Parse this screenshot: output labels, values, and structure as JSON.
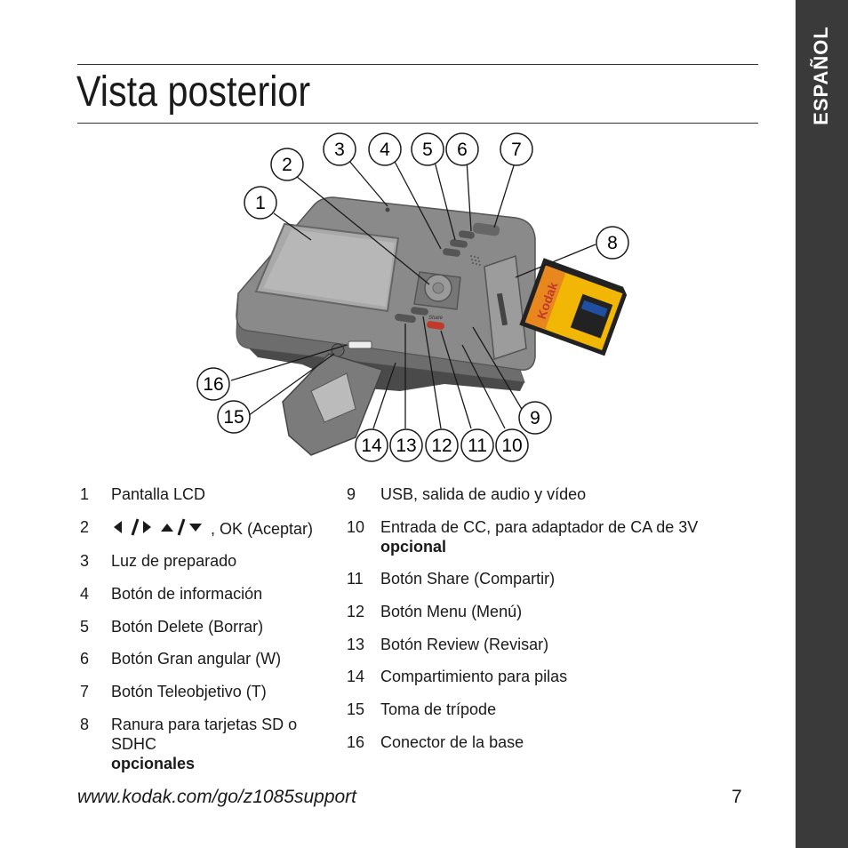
{
  "side_tab": {
    "label": "ESPAÑOL"
  },
  "page_title": "Vista posterior",
  "callouts": [
    "1",
    "2",
    "3",
    "4",
    "5",
    "6",
    "7",
    "8",
    "9",
    "10",
    "11",
    "12",
    "13",
    "14",
    "15",
    "16"
  ],
  "card": {
    "brand": "Kodak",
    "type": "SD card"
  },
  "camera": {
    "share_label": "Share"
  },
  "legend_left": [
    {
      "num": "1",
      "text": "Pantalla LCD"
    },
    {
      "num": "2",
      "text": ", OK (Aceptar)"
    },
    {
      "num": "3",
      "text": "Luz de preparado"
    },
    {
      "num": "4",
      "text": "Botón de información"
    },
    {
      "num": "5",
      "text": "Botón Delete (Borrar)"
    },
    {
      "num": "6",
      "text": "Botón Gran angular (W)"
    },
    {
      "num": "7",
      "text": "Botón Teleobjetivo (T)"
    },
    {
      "num": "8",
      "text": "Ranura para tarjetas SD o SDHC",
      "bold": "opcionales"
    }
  ],
  "legend_right": [
    {
      "num": "9",
      "text": "USB, salida de audio y vídeo"
    },
    {
      "num": "10",
      "text": "Entrada de CC, para adaptador de CA de 3V",
      "bold": "opcional"
    },
    {
      "num": "11",
      "text": "Botón Share (Compartir)"
    },
    {
      "num": "12",
      "text": "Botón Menu (Menú)"
    },
    {
      "num": "13",
      "text": "Botón Review (Revisar)"
    },
    {
      "num": "14",
      "text": "Compartimiento para pilas"
    },
    {
      "num": "15",
      "text": "Toma de trípode"
    },
    {
      "num": "16",
      "text": "Conector de la base"
    }
  ],
  "footer": {
    "url": "www.kodak.com/go/z1085support",
    "page_number": "7"
  }
}
